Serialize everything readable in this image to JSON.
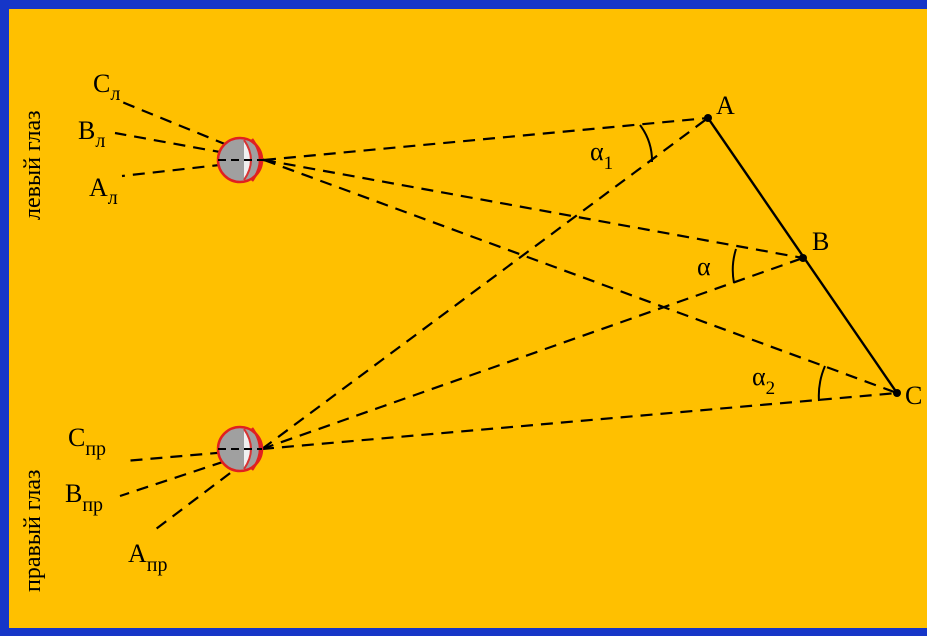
{
  "side_labels": {
    "left_eye": "левый глаз",
    "right_eye": "правый глаз"
  },
  "points": {
    "A": "A",
    "B": "B",
    "C": "C"
  },
  "angles": {
    "alpha1": {
      "base": "α",
      "sub": "1"
    },
    "alpha": {
      "base": "α",
      "sub": ""
    },
    "alpha2": {
      "base": "α",
      "sub": "2"
    }
  },
  "image_points": {
    "C_left": {
      "base": "C",
      "sub": "л"
    },
    "B_left": {
      "base": "B",
      "sub": "л"
    },
    "A_left": {
      "base": "A",
      "sub": "л"
    },
    "C_right": {
      "base": "C",
      "sub": "пр"
    },
    "B_right": {
      "base": "B",
      "sub": "пр"
    },
    "A_right": {
      "base": "A",
      "sub": "пр"
    }
  },
  "colors": {
    "border": "#1636c8",
    "background": "#ffc000",
    "eye_outline": "#e02020",
    "eye_fill": "#a0a0a0",
    "lines": "#000000"
  }
}
